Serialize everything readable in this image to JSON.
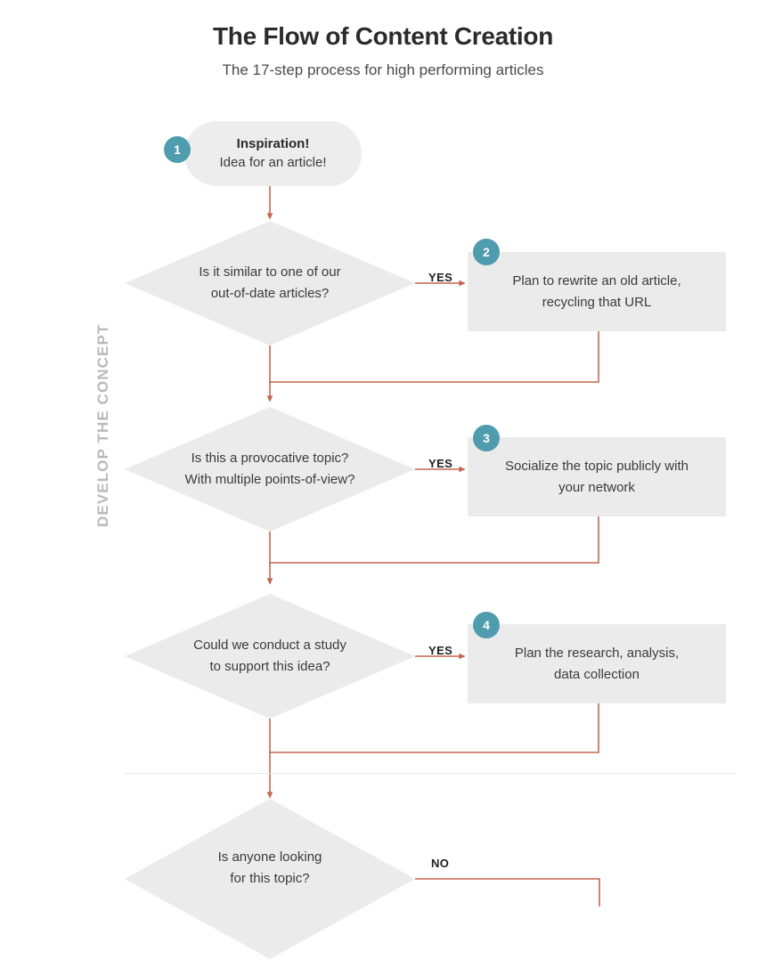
{
  "header": {
    "title": "The Flow of Content Creation",
    "subtitle": "The 17-step process for high performing articles"
  },
  "phases": [
    {
      "label": "DEVELOP THE CONCEPT"
    }
  ],
  "nodes": {
    "start": {
      "badge": "1",
      "line1": "Inspiration!",
      "line2": "Idea for an article!"
    },
    "decision1": {
      "line1": "Is it similar to one of our",
      "line2": "out-of-date articles?"
    },
    "step2": {
      "badge": "2",
      "line1": "Plan to rewrite an old article,",
      "line2": "recycling that URL"
    },
    "decision2": {
      "line1": "Is this a provocative topic?",
      "line2": "With multiple points-of-view?"
    },
    "step3": {
      "badge": "3",
      "line1": "Socialize the topic publicly with",
      "line2": "your network"
    },
    "decision3": {
      "line1": "Could we conduct a study",
      "line2": "to support this idea?"
    },
    "step4": {
      "badge": "4",
      "line1": "Plan the research, analysis,",
      "line2": "data collection"
    },
    "decision4": {
      "line1": "Is anyone looking",
      "line2": "for this topic?"
    }
  },
  "branches": {
    "yes1": "YES",
    "yes2": "YES",
    "yes3": "YES",
    "no1": "NO"
  },
  "colors": {
    "badge_teal": "#4f9cae",
    "connector": "#c2674f",
    "shape_gray": "#ebebeb",
    "background": "#ffffff",
    "phase_label_gray": "#b9b9b9"
  }
}
